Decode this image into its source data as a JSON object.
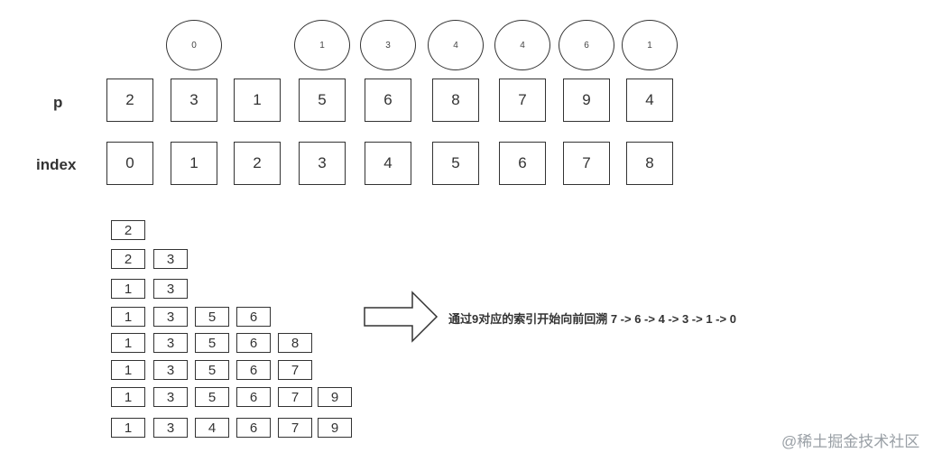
{
  "labels": {
    "p": "p",
    "index": "index"
  },
  "predecessors": [
    {
      "col": 1,
      "value": "0"
    },
    {
      "col": 3,
      "value": "1"
    },
    {
      "col": 4,
      "value": "3"
    },
    {
      "col": 5,
      "value": "4"
    },
    {
      "col": 6,
      "value": "4"
    },
    {
      "col": 7,
      "value": "6"
    },
    {
      "col": 8,
      "value": "1"
    }
  ],
  "p_values": [
    "2",
    "3",
    "1",
    "5",
    "6",
    "8",
    "7",
    "9",
    "4"
  ],
  "index_values": [
    "0",
    "1",
    "2",
    "3",
    "4",
    "5",
    "6",
    "7",
    "8"
  ],
  "steps": [
    [
      "2"
    ],
    [
      "2",
      "3"
    ],
    [
      "1",
      "3"
    ],
    [
      "1",
      "3",
      "5",
      "6"
    ],
    [
      "1",
      "3",
      "5",
      "6",
      "8"
    ],
    [
      "1",
      "3",
      "5",
      "6",
      "7"
    ],
    [
      "1",
      "3",
      "5",
      "6",
      "7",
      "9"
    ],
    [
      "1",
      "3",
      "4",
      "6",
      "7",
      "9"
    ]
  ],
  "caption": "通过9对应的索引开始向前回溯 7 -> 6 -> 4 -> 3 -> 1 -> 0",
  "watermark": "@稀土掘金技术社区"
}
